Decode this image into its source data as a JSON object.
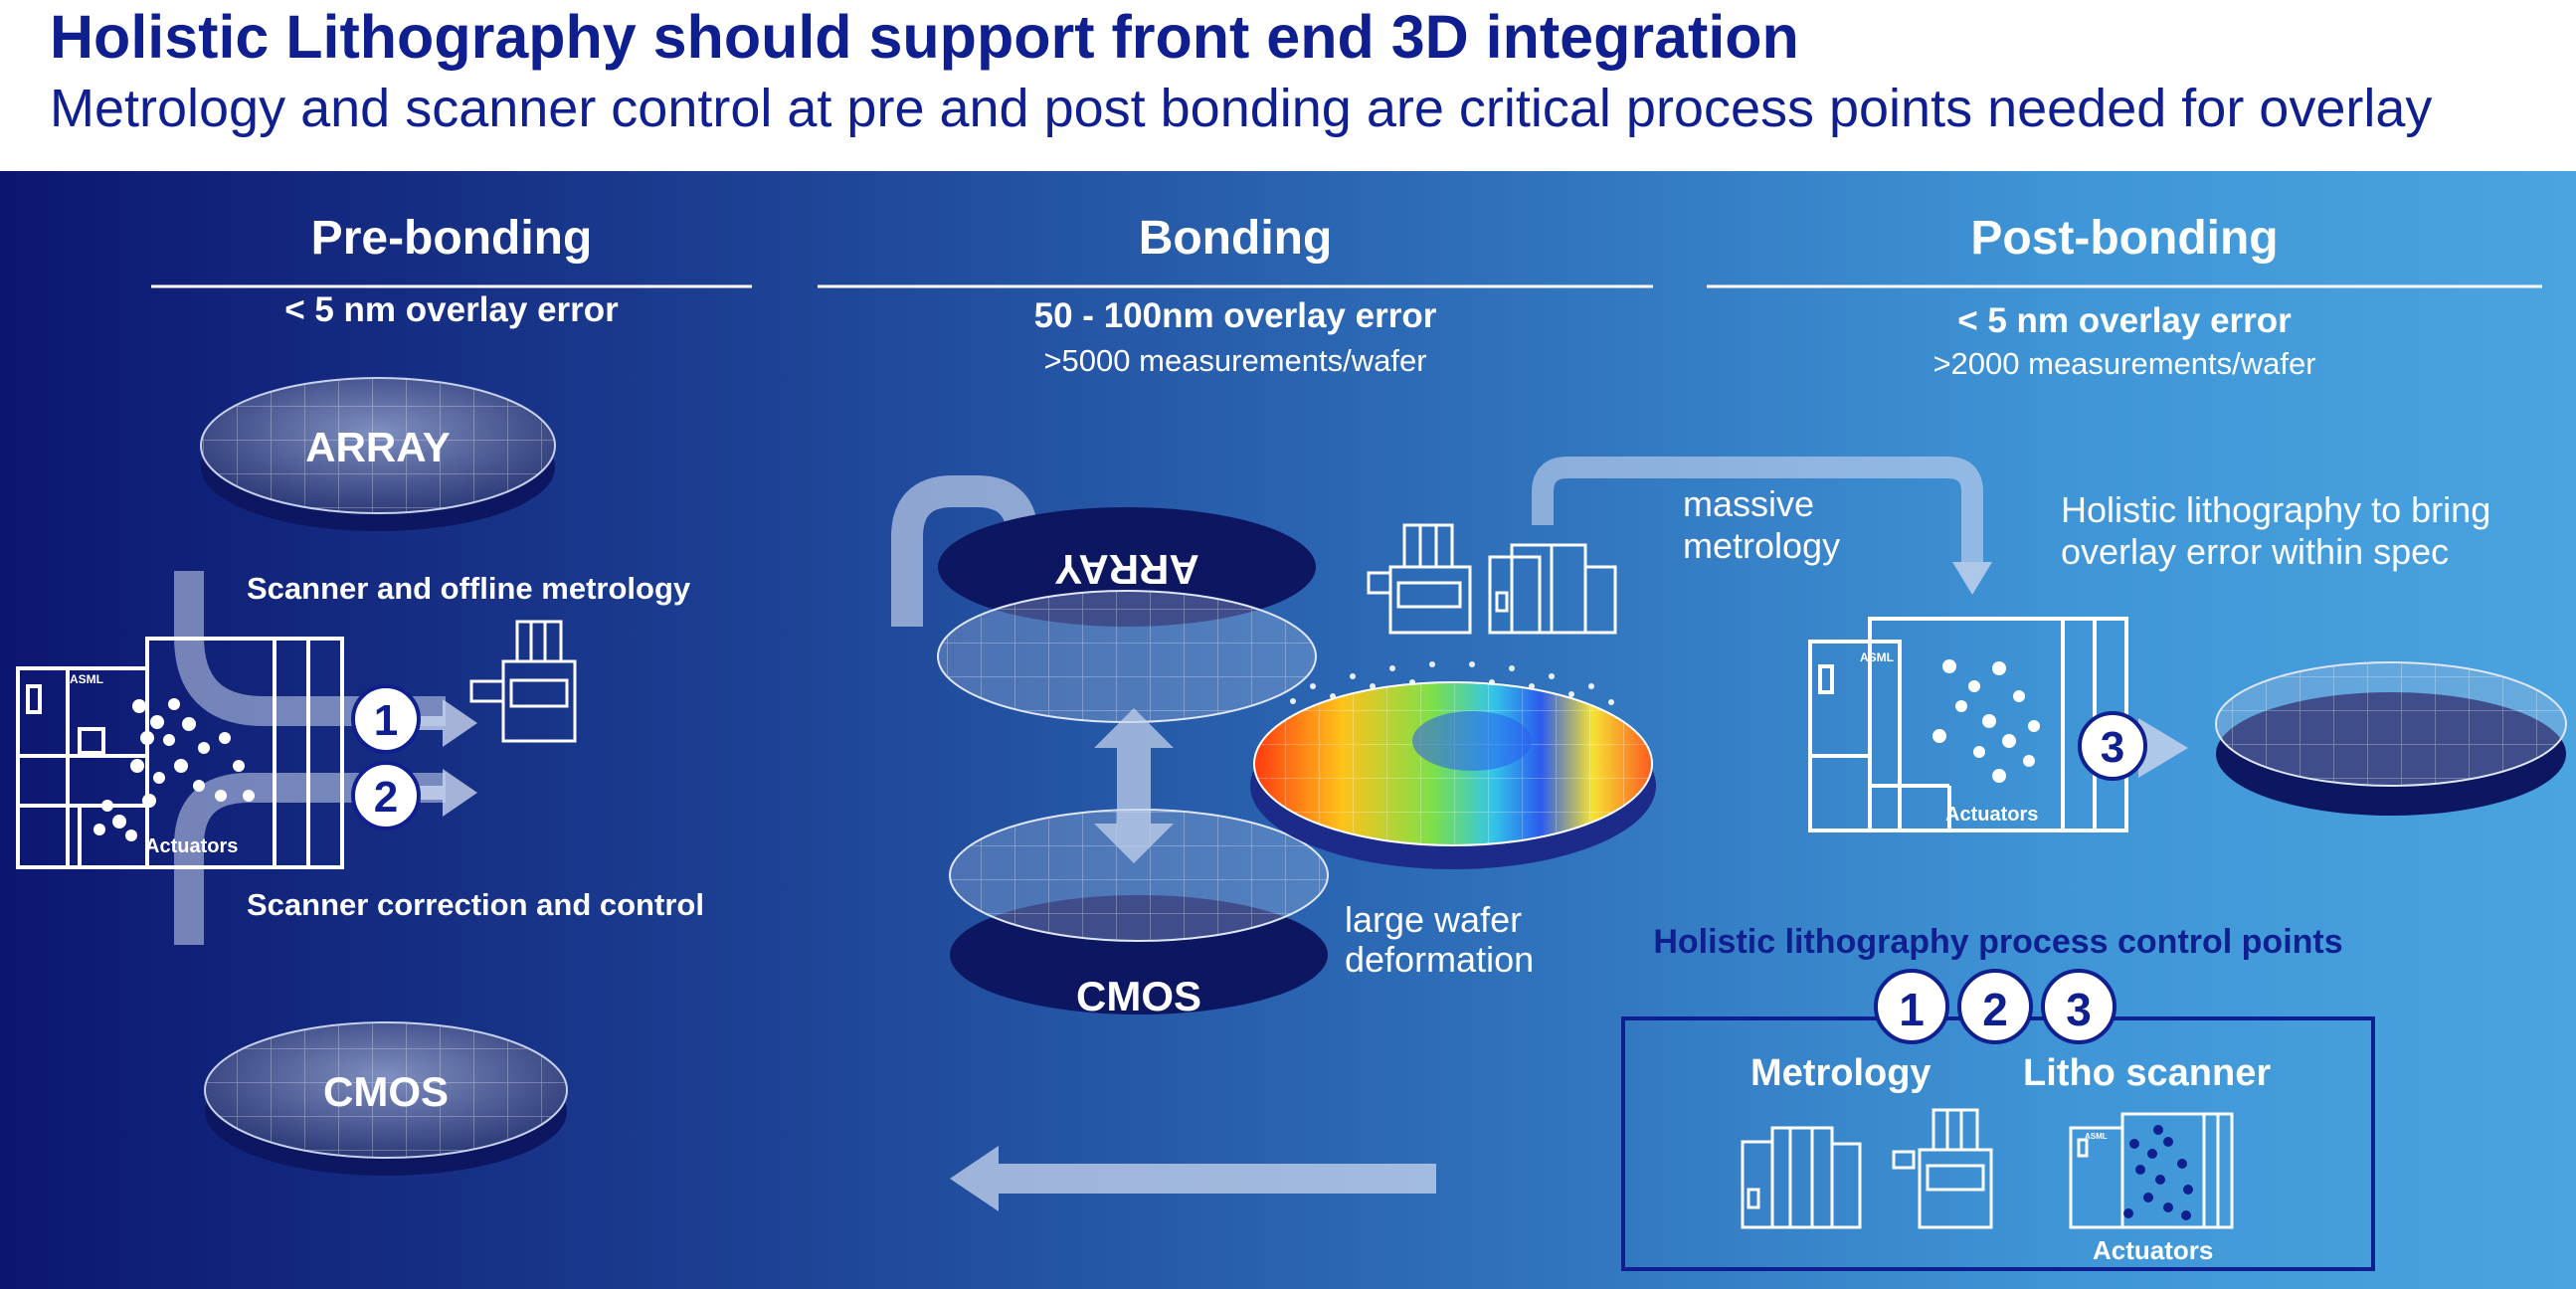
{
  "title": "Holistic Lithography should support front end 3D integration",
  "subtitle": "Metrology and scanner control at pre and post bonding are critical process points needed for overlay",
  "colors": {
    "title": "#0f1f8f",
    "panel_left": "#0c1670",
    "panel_right": "#4aa4e0",
    "outline": "#ffffff",
    "badge_fill": "#ffffff",
    "badge_text": "#0f1f8f"
  },
  "sections": {
    "pre_bonding": {
      "heading": "Pre-bonding",
      "overlay": "< 5 nm overlay error"
    },
    "bonding": {
      "heading": "Bonding",
      "overlay": "50 - 100nm overlay error",
      "measurements": ">5000 measurements/wafer"
    },
    "post_bonding": {
      "heading": "Post-bonding",
      "overlay": "< 5 nm overlay error",
      "measurements": ">2000 measurements/wafer"
    }
  },
  "pre": {
    "wafer_array": "ARRAY",
    "wafer_cmos": "CMOS",
    "scanner_metrology": "Scanner and offline metrology",
    "scanner_correction": "Scanner correction and control",
    "actuators": "Actuators",
    "brand": "ASML",
    "step1": "1",
    "step2": "2"
  },
  "bonding": {
    "wafer_array_flipped": "ARRAY",
    "wafer_cmos": "CMOS",
    "massive_metrology_line1": "massive",
    "massive_metrology_line2": "metrology",
    "deformation_line1": "large wafer",
    "deformation_line2": "deformation"
  },
  "post": {
    "holistic_line1": "Holistic lithography to bring",
    "holistic_line2": "overlay error within spec",
    "actuators": "Actuators",
    "brand": "ASML",
    "step3": "3"
  },
  "legend": {
    "title": "Holistic lithography process control points",
    "badges": [
      "1",
      "2",
      "3"
    ],
    "metrology": "Metrology",
    "litho_scanner": "Litho scanner",
    "actuators": "Actuators",
    "brand": "ASML"
  }
}
